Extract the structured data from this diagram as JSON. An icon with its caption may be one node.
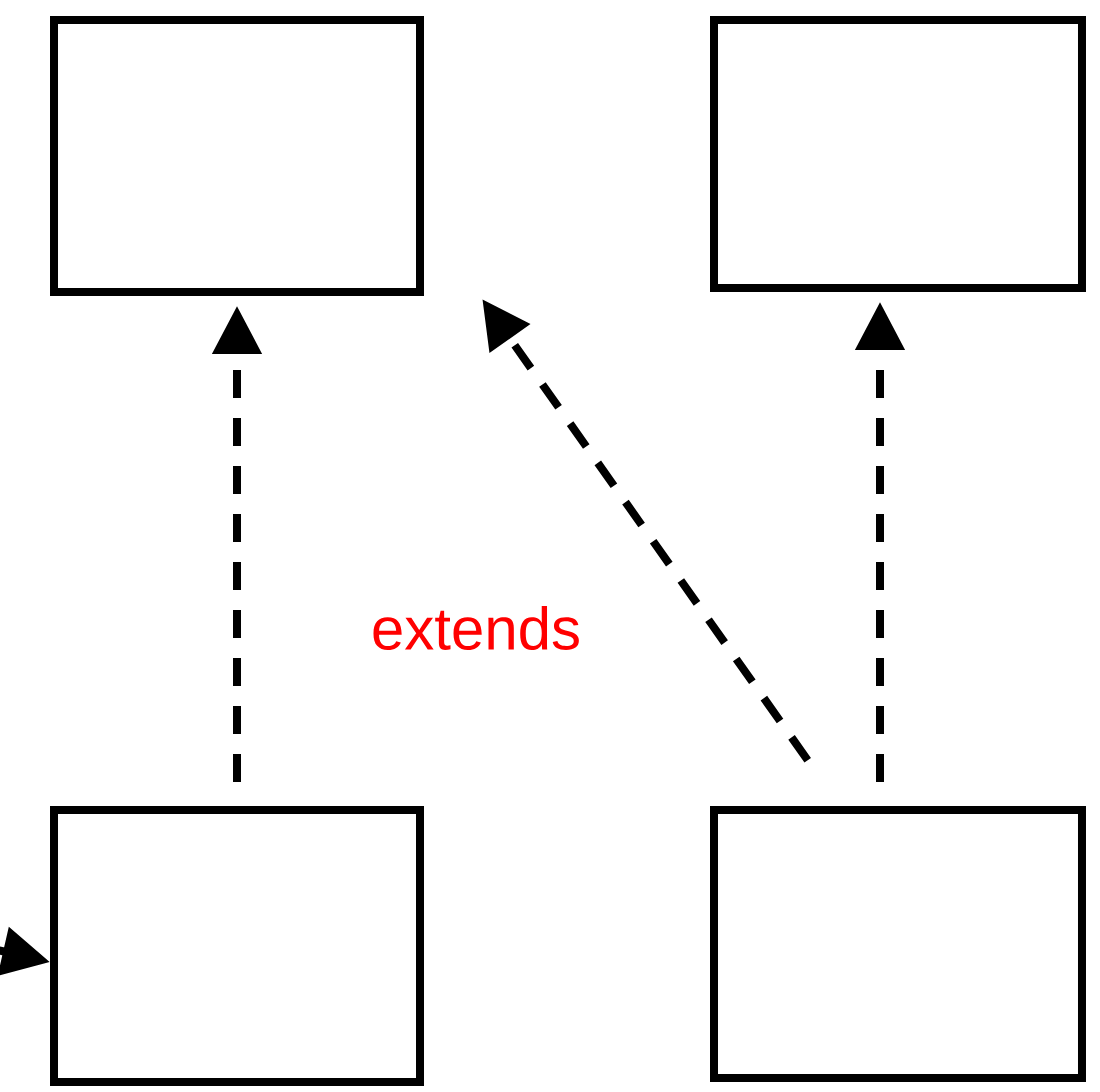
{
  "diagram": {
    "nodes": [
      {
        "text": [],
        "shape": "box"
      },
      {
        "text": [],
        "shape": "box"
      },
      {
        "text": [],
        "shape": "box"
      },
      {
        "text": [],
        "shape": "box"
      }
    ],
    "edges": [
      {
        "from": 2,
        "to": 0,
        "arrow": "to",
        "style": "dashed"
      },
      {
        "from": 3,
        "to": 0,
        "arrow": "to",
        "style": "dashed"
      },
      {
        "from": 3,
        "to": 1,
        "arrow": "to",
        "style": "dashed"
      },
      {
        "from": null,
        "to": 2,
        "arrow": "to"
      }
    ],
    "labels": [
      "extends"
    ]
  }
}
